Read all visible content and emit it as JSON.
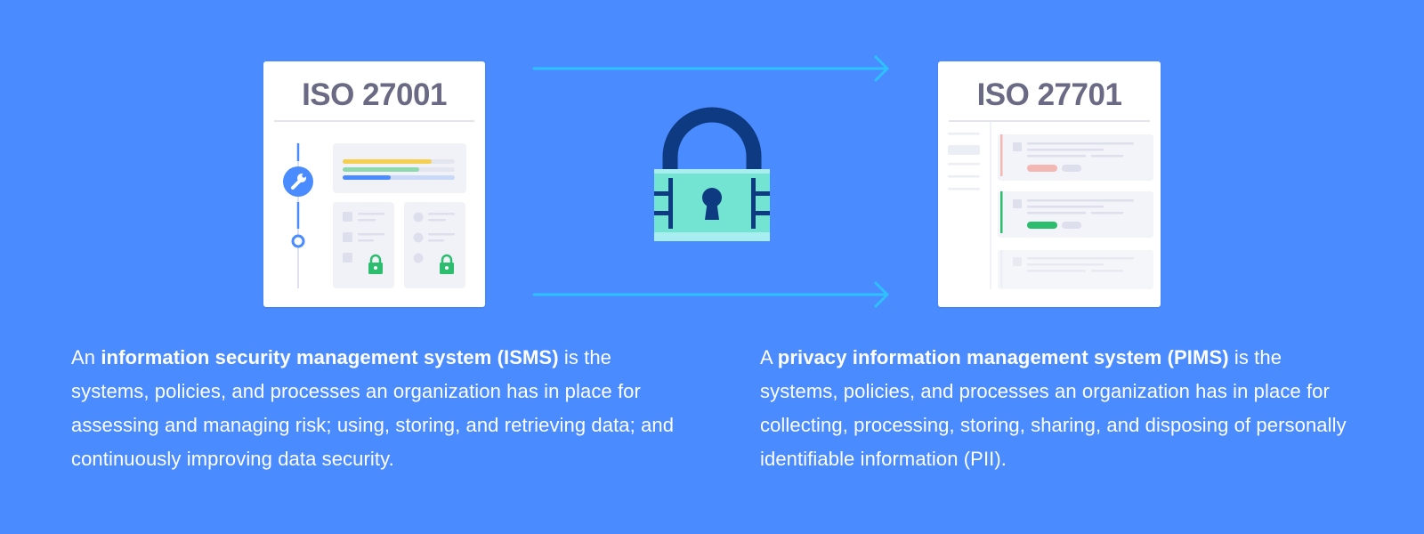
{
  "colors": {
    "background": "#4a8bff",
    "arrow": "#2fc0ff",
    "lock_shackle": "#0d3a80",
    "lock_body": "#73e3d2",
    "lock_band": "#a8eef0",
    "accent_green": "#2dbd6e",
    "accent_red": "#f3b7b4"
  },
  "isms_card": {
    "title": "ISO 27001",
    "icons": [
      "wrench-icon",
      "lock-icon",
      "lock-icon"
    ]
  },
  "pims_card": {
    "title": "ISO 27701"
  },
  "center_icon": "padlock-icon",
  "isms_caption": {
    "prefix": "An ",
    "term": "information security management system (ISMS)",
    "body": " is the systems, policies, and processes an organization has in place for assessing and managing risk; using, storing, and retrieving data; and continuously improving data security."
  },
  "pims_caption": {
    "prefix": "A ",
    "term": "privacy information management system (PIMS)",
    "body": " is the systems, policies, and processes an organization has in place for collecting, processing, storing, sharing, and disposing of personally identifiable information (PII)."
  }
}
